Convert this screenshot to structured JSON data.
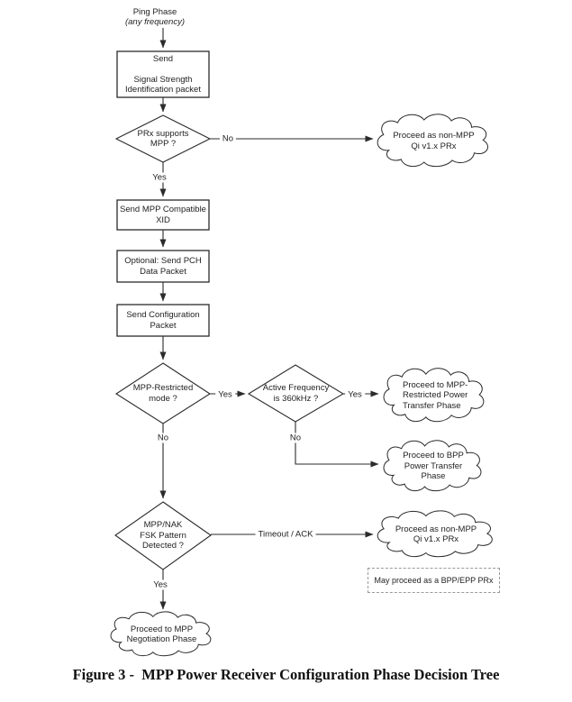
{
  "caption": "Figure 3 -  MPP Power Receiver Configuration Phase Decision Tree",
  "colors": {
    "line": "#2b2b2b",
    "text": "#1f1f1f",
    "note_border": "#9a9a9a",
    "background": "#ffffff"
  },
  "nodes": {
    "ping_phase": {
      "title": "Ping Phase",
      "subtitle": "(any frequency)"
    },
    "send_ssid": "Send\n\nSignal Strength\nIdentification packet",
    "prx_supports": "PRx supports\nMPP ?",
    "send_xid": "Send MPP Compatible\nXID",
    "send_pch": "Optional: Send PCH\nData Packet",
    "send_config": "Send Configuration\nPacket",
    "mpp_restricted": "MPP-Restricted\nmode ?",
    "active_freq": "Active Frequency\nis 360kHz ?",
    "mpp_nak": "MPP/NAK\nFSK Pattern\nDetected ?",
    "cloud_nonmpp_top": "Proceed as non-MPP\nQi v1.x PRx",
    "cloud_restricted": "Proceed to MPP-\nRestricted Power\nTransfer Phase",
    "cloud_bpp": "Proceed to BPP\nPower Transfer\nPhase",
    "cloud_nonmpp_bottom": "Proceed as non-MPP\nQi v1.x PRx",
    "note_bpp_epp": "May proceed as a BPP/EPP PRx",
    "cloud_negotiation": "Proceed to MPP\nNegotiation Phase"
  },
  "edges": {
    "yes_to_xid": "Yes",
    "no_to_nonmpp": "No",
    "yes_to_freq": "Yes",
    "yes_to_restricted": "Yes",
    "no_to_bpp": "No",
    "no_to_fsk": "No",
    "timeout_ack": "Timeout / ACK",
    "yes_to_negotiation": "Yes"
  }
}
